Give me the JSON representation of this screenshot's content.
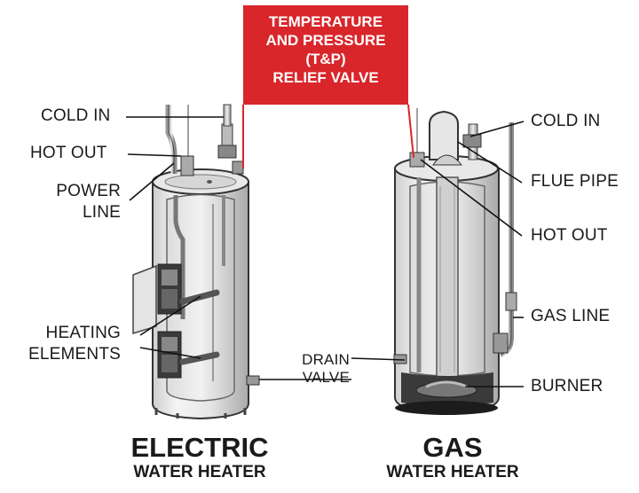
{
  "callout": {
    "lines": [
      "TEMPERATURE",
      "AND PRESSURE",
      "(T&P)",
      "RELIEF VALVE"
    ],
    "color": "#d9262b"
  },
  "electric": {
    "labels": {
      "cold_in": "COLD IN",
      "hot_out": "HOT OUT",
      "power_line": [
        "POWER",
        "LINE"
      ],
      "heating_elements": [
        "HEATING",
        "ELEMENTS"
      ]
    },
    "title": "ELECTRIC",
    "subtitle": "WATER HEATER"
  },
  "gas": {
    "labels": {
      "cold_in": "COLD IN",
      "flue_pipe": "FLUE PIPE",
      "hot_out": "HOT OUT",
      "gas_line": "GAS LINE",
      "drain_valve": [
        "DRAIN",
        "VALVE"
      ],
      "burner": "BURNER"
    },
    "title": "GAS",
    "subtitle": "WATER HEATER"
  }
}
